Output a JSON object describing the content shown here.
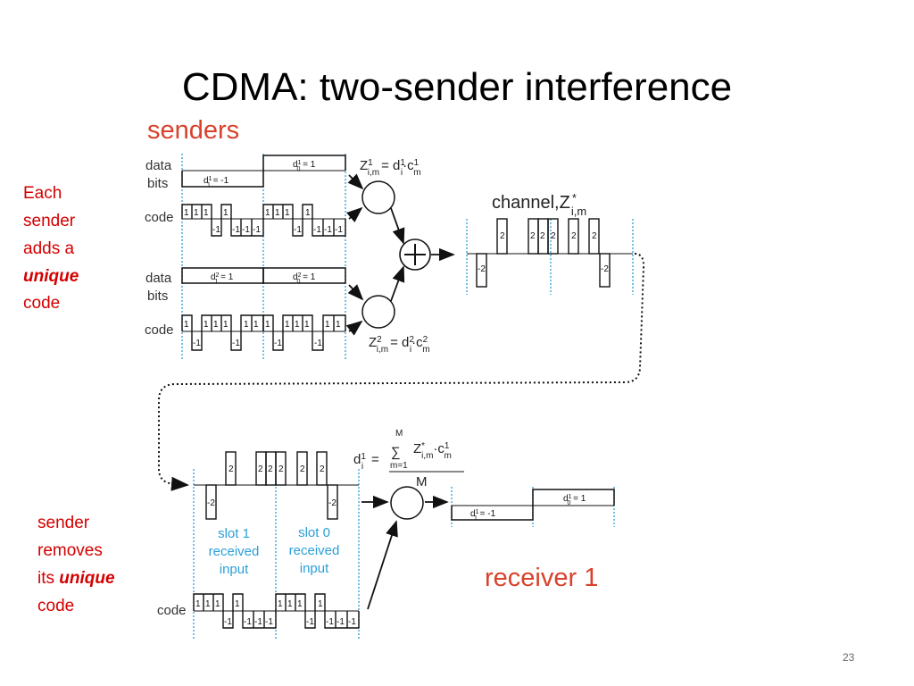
{
  "title": "CDMA: two-sender interference",
  "senders_heading": "senders",
  "receiver_heading": "receiver 1",
  "left_note_top": {
    "line1": "Each",
    "line2": "sender",
    "line3": "adds a",
    "emph": "unique",
    "line5": "code"
  },
  "left_note_bottom": {
    "line1": "sender",
    "line2": "removes",
    "line3_pre": "its ",
    "emph": "unique",
    "line4": "code"
  },
  "labels": {
    "data": "data",
    "bits": "bits",
    "code": "code",
    "channel": "channel,"
  },
  "sender1": {
    "bits": [
      {
        "slot": 1,
        "value": -1,
        "label": "d",
        "sup": "1",
        "sub": "1",
        "rest": " = -1"
      },
      {
        "slot": 0,
        "value": 1,
        "label": "d",
        "sup": "1",
        "sub": "0",
        "rest": " = 1"
      }
    ],
    "code_labels": [
      "1",
      "1",
      "1",
      "-1",
      "1",
      "-1",
      "-1",
      "-1"
    ]
  },
  "sender2": {
    "bits": [
      {
        "slot": 1,
        "value": 1,
        "label": "d",
        "sup": "2",
        "sub": "1",
        "rest": " = 1"
      },
      {
        "slot": 0,
        "value": 1,
        "label": "d",
        "sup": "2",
        "sub": "0",
        "rest": " = 1"
      }
    ],
    "code_labels": [
      "1",
      "-1",
      "1",
      "1",
      "1",
      "-1",
      "1",
      "1"
    ]
  },
  "channel_labels": [
    "-2",
    "",
    "2",
    "",
    "2",
    "2",
    "2",
    "",
    "2",
    "2",
    "-2"
  ],
  "receiver": {
    "code_labels": [
      "1",
      "1",
      "1",
      "-1",
      "1",
      "-1",
      "-1",
      "-1"
    ],
    "slot1": {
      "line1": "slot 1",
      "line2": "received",
      "line3": "input"
    },
    "slot0": {
      "line1": "slot 0",
      "line2": "received",
      "line3": "input"
    },
    "bits": [
      {
        "label": "d",
        "sup": "1",
        "sub": "1",
        "rest": " = -1"
      },
      {
        "label": "d",
        "sup": "1",
        "sub": "0",
        "rest": " = 1"
      }
    ]
  },
  "eq1": {
    "lhs": "Z",
    "lhs_sup": "1",
    "lhs_sub": "i,m",
    "mid": "= d",
    "d_sup": "1",
    "d_sub": "i",
    "dot": "·c",
    "c_sup": "1",
    "c_sub": "m"
  },
  "eq2": {
    "lhs": "Z",
    "lhs_sup": "2",
    "lhs_sub": "i,m",
    "mid": "= d",
    "d_sup": "2",
    "d_sub": "i",
    "dot": "·c",
    "c_sup": "2",
    "c_sub": "m"
  },
  "channel_z": {
    "z": "Z",
    "sup": "*",
    "sub": "i,m"
  },
  "decode_eq": {
    "d": "d",
    "d_sup": "1",
    "d_sub": "i",
    "eqs": "=",
    "sigma": "∑",
    "top": "M",
    "bottom": "m=1",
    "term": "Z",
    "term_sup": "*",
    "term_sub": "i,m",
    "c": "·c",
    "c_sup": "1",
    "c_sub": "m",
    "den": "M"
  },
  "page_number": "23"
}
